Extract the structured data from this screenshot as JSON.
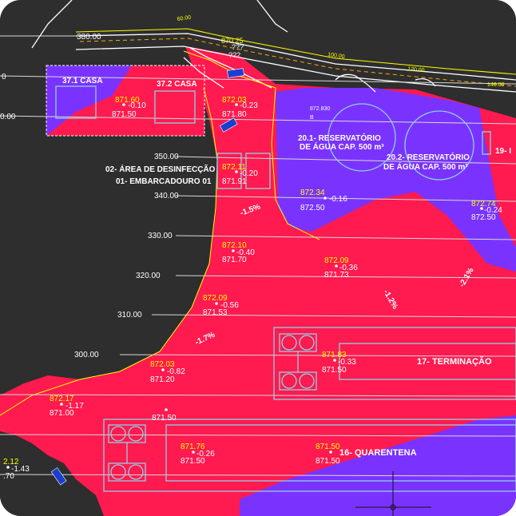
{
  "colors": {
    "background": "#2e2e2e",
    "zone_red": "#ff1a4f",
    "zone_purple": "#7a33ff",
    "grid_line": "#d9d9d9",
    "elevation_yellow": "#ffff00",
    "structure_cyan": "#8fd0e6",
    "road_white": "#ffffff",
    "marker_blue": "#1a3fd0"
  },
  "grid_labels": [
    "380.00",
    "350.00",
    "340.00",
    "330.00",
    "320.00",
    "310.00",
    "300.00"
  ],
  "left_cut_labels": {
    "a": "0",
    "b": "0.00",
    "c": "2.12",
    "d": ".70"
  },
  "road_labels": {
    "top1": "870.25",
    "q1": "???",
    "q2": "???",
    "r1": "100.00",
    "r2": "120.00",
    "r3": "140.00",
    "r4": "60.00"
  },
  "areas": {
    "casa_1": "37.1 CASA",
    "casa_2": "37.2 CASA",
    "reservatorio_1_line1": "20.1- RESERVATÓRIO",
    "reservatorio_1_line2": "DE ÁGUA CAP. 500 m³",
    "reservatorio_2_line1": "20.2- RESERVATÓRIO",
    "reservatorio_2_line2": "DE ÁGUA CAP. 500 m³",
    "area_19": "19- I",
    "desinfeccao": "02- ÁREA DE DESINFECÇÃO",
    "embarcadouro": "01- EMBARCADOURO 01",
    "terminacao": "17- TERMINAÇÃO",
    "quarentena": "16- QUARENTENA"
  },
  "spot_points": [
    {
      "id": "p1",
      "top": "871.60",
      "delta": "-0.10",
      "bottom": "871.50"
    },
    {
      "id": "p2",
      "top": "872.03",
      "delta": "-0.23",
      "bottom": "871.80"
    },
    {
      "id": "p3",
      "top": "872.830",
      "delta": "",
      "bottom": "B"
    },
    {
      "id": "p4",
      "top": "872.11",
      "delta": "-0.20",
      "bottom": "871.91"
    },
    {
      "id": "p5",
      "top": "872.34",
      "delta": "-0.16",
      "bottom": "872.50"
    },
    {
      "id": "p6",
      "top": "872.74",
      "delta": "-0.24",
      "bottom": "872.50"
    },
    {
      "id": "p7",
      "top": "872.10",
      "delta": "-0.40",
      "bottom": "871.70"
    },
    {
      "id": "p8",
      "top": "872.09",
      "delta": "-0.36",
      "bottom": "871.73"
    },
    {
      "id": "p9",
      "top": "872.09",
      "delta": "-0.56",
      "bottom": "871.53"
    },
    {
      "id": "p10",
      "top": "871.83",
      "delta": "-0.33",
      "bottom": "871.50"
    },
    {
      "id": "p11",
      "top": "872.03",
      "delta": "-0.82",
      "bottom": "871.20"
    },
    {
      "id": "p12",
      "top": "872.17",
      "delta": "-1.17",
      "bottom": "871.00"
    },
    {
      "id": "p13",
      "top": "",
      "delta": "",
      "bottom": "871.50"
    },
    {
      "id": "p14",
      "top": "871.76",
      "delta": "-0.26",
      "bottom": "871.50"
    },
    {
      "id": "p15",
      "top": "871.50",
      "delta": "",
      "bottom": "871.50"
    },
    {
      "id": "p16",
      "top": "",
      "delta": "-1.43",
      "bottom": ""
    }
  ],
  "slopes": [
    "-1.5%",
    "-1.7%",
    "-1.2%",
    "-2.1%"
  ]
}
